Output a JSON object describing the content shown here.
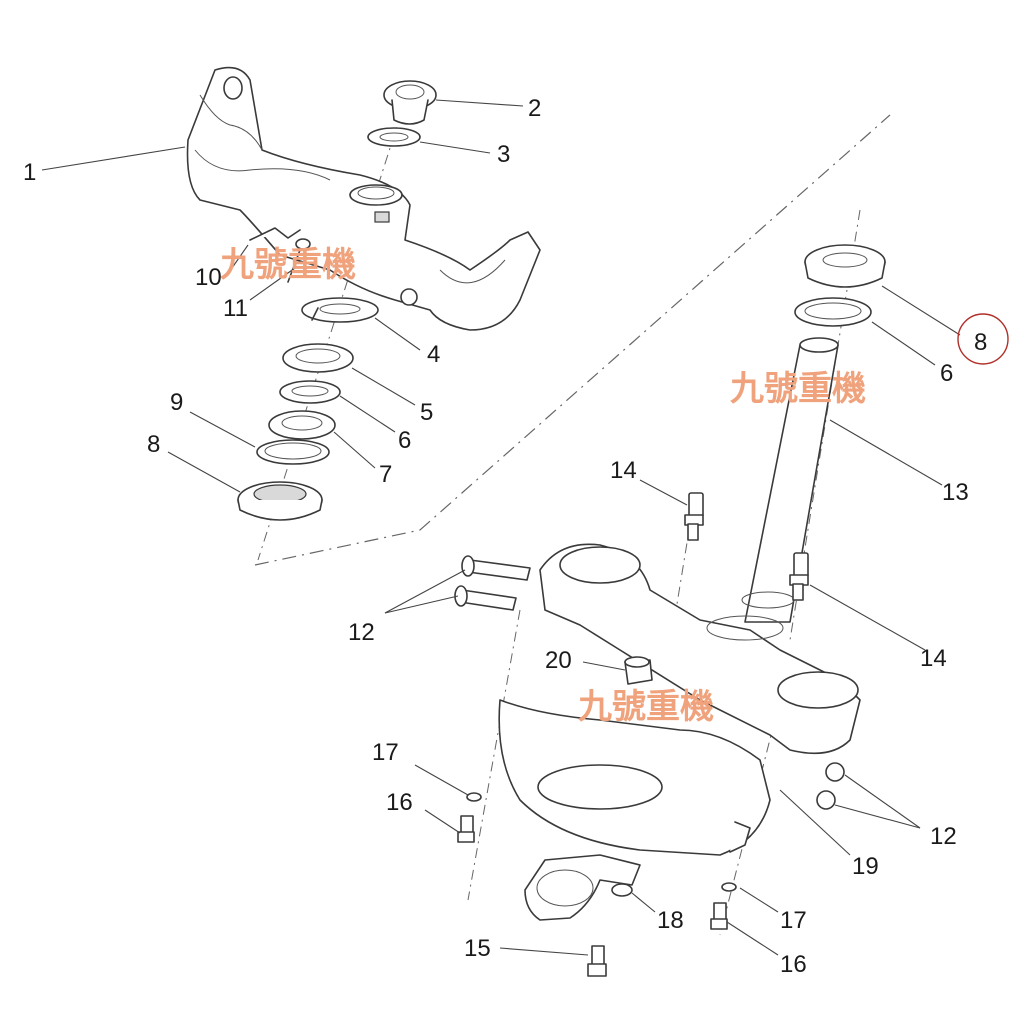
{
  "watermark": "九號重機",
  "callouts": {
    "c1": "1",
    "c2": "2",
    "c3": "3",
    "c4": "4",
    "c5": "5",
    "c6a": "6",
    "c6b": "6",
    "c7": "7",
    "c8a": "8",
    "c8b": "8",
    "c9": "9",
    "c10": "10",
    "c11": "11",
    "c12a": "12",
    "c12b": "12",
    "c13": "13",
    "c14a": "14",
    "c14b": "14",
    "c15": "15",
    "c16a": "16",
    "c16b": "16",
    "c17a": "17",
    "c17b": "17",
    "c18": "18",
    "c19": "19",
    "c20": "20"
  },
  "highlight_color": "#b0302a"
}
